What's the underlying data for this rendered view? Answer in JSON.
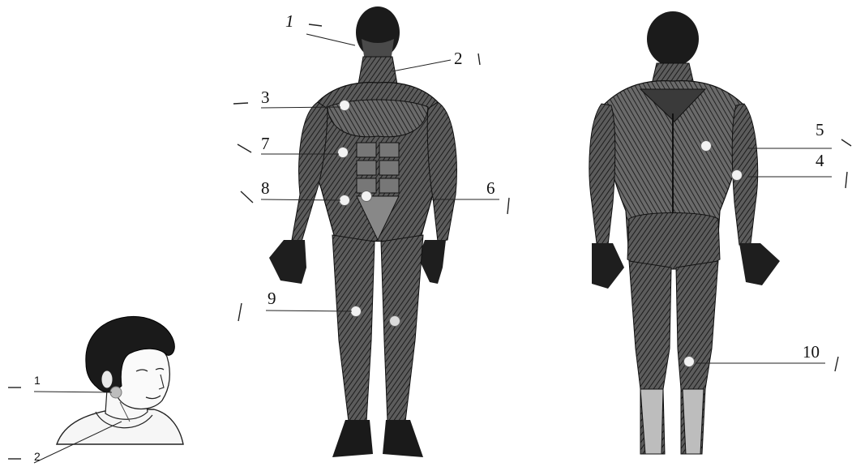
{
  "colors": {
    "ink": "#111111",
    "muscle_dark": "#2a2a2a",
    "muscle_mid": "#6e6e6e",
    "muscle_light": "#a8a8a8",
    "skin": "#f4f4f4",
    "marker_fill": "#f2f2f2",
    "marker_neck": "#b9b9b9"
  },
  "portrait": {
    "labels": [
      {
        "id": "portrait-1",
        "text": "1"
      },
      {
        "id": "portrait-2",
        "text": "2"
      }
    ]
  },
  "front_figure": {
    "labels": [
      {
        "id": "front-1",
        "text": "1"
      },
      {
        "id": "front-2",
        "text": "2"
      },
      {
        "id": "front-3",
        "text": "3"
      },
      {
        "id": "front-7",
        "text": "7"
      },
      {
        "id": "front-8",
        "text": "8"
      },
      {
        "id": "front-6",
        "text": "6"
      },
      {
        "id": "front-9",
        "text": "9"
      }
    ]
  },
  "back_figure": {
    "labels": [
      {
        "id": "back-5",
        "text": "5"
      },
      {
        "id": "back-4",
        "text": "4"
      },
      {
        "id": "back-10",
        "text": "10"
      }
    ]
  }
}
